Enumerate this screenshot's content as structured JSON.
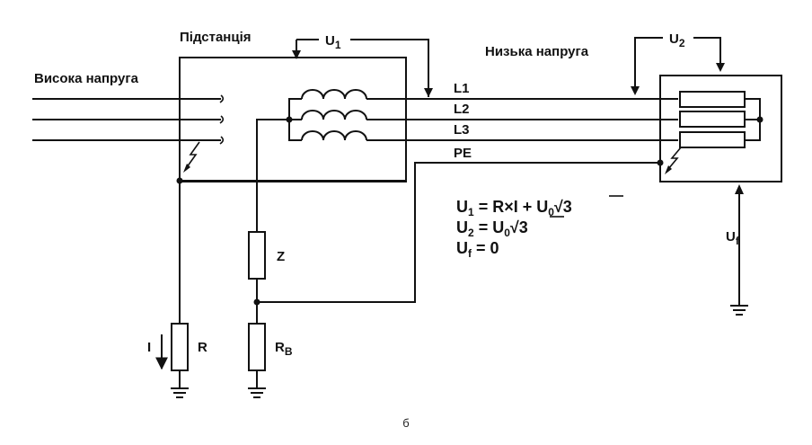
{
  "labels": {
    "substation": "Підстанція",
    "high_voltage": "Висока напруга",
    "low_voltage": "Низька напруга",
    "l1": "L1",
    "l2": "L2",
    "l3": "L3",
    "pe": "PE",
    "z": "Z",
    "r": "R",
    "current": "I",
    "rb_main": "R",
    "rb_sub": "B"
  },
  "voltages": {
    "u1": {
      "main": "U",
      "sub": "1"
    },
    "u2": {
      "main": "U",
      "sub": "2"
    },
    "uf": {
      "main": "U",
      "sub": "f"
    }
  },
  "equations": {
    "eq1": {
      "lhs_main": "U",
      "lhs_sub": "1",
      "mid": " = R×I + U",
      "u0_sub": "0",
      "root": "√3"
    },
    "eq2": {
      "lhs_main": "U",
      "lhs_sub": "2",
      "mid": " = U",
      "u0_sub": "0",
      "root": "√3"
    },
    "eq3": {
      "lhs_main": "U",
      "lhs_sub": "f",
      "rest": "  = 0"
    }
  },
  "caption": "б"
}
